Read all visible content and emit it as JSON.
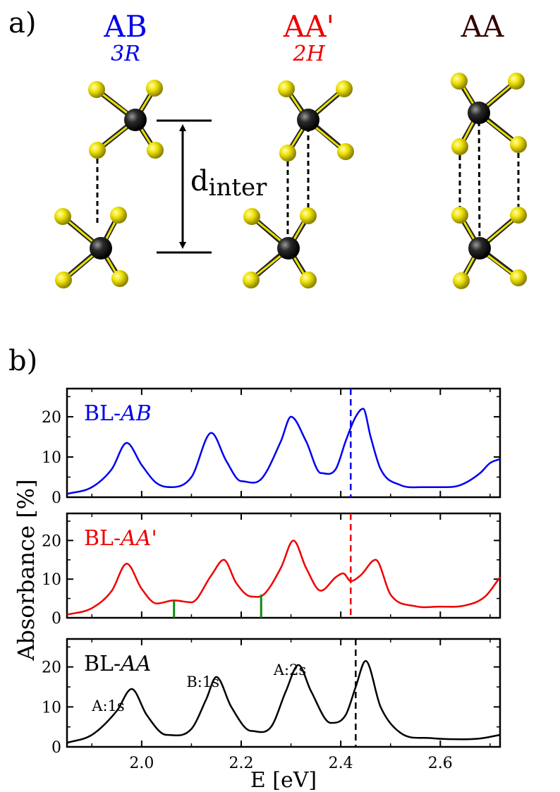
{
  "panel_a": {
    "label": "a)",
    "stackings": [
      {
        "name": "AB",
        "sub": "3R",
        "color": "#0000ee"
      },
      {
        "name": "AA'",
        "sub": "2H",
        "color": "#ee0000"
      },
      {
        "name": "AA",
        "sub": "",
        "color": "#330000"
      }
    ],
    "dinter_label": "d",
    "dinter_sub": "inter",
    "atom_colors": {
      "metal": "#1a1a1a",
      "chalcogen": "#e8e000"
    }
  },
  "panel_b": {
    "label": "b)",
    "ylabel": "Absorbance [%]",
    "xlabel": "E [eV]"
  },
  "chart_data": [
    {
      "type": "line",
      "title": "BL-AB",
      "color": "#0000ee",
      "xlim": [
        1.85,
        2.72
      ],
      "ylim": [
        0,
        27
      ],
      "yticks": [
        0,
        10,
        20
      ],
      "xticks": [
        2.0,
        2.2,
        2.4,
        2.6
      ],
      "xtick_labels": [
        "2.0",
        "2.2",
        "2.4",
        "2.6"
      ],
      "show_xtick_labels": false,
      "vline": 2.42,
      "series": [
        {
          "x": [
            1.85,
            1.9,
            1.94,
            1.97,
            2.0,
            2.03,
            2.06,
            2.1,
            2.14,
            2.17,
            2.2,
            2.24,
            2.28,
            2.3,
            2.33,
            2.36,
            2.39,
            2.41,
            2.43,
            2.445,
            2.46,
            2.48,
            2.52,
            2.56,
            2.6,
            2.64,
            2.68,
            2.7,
            2.72
          ],
          "y": [
            0.8,
            2.5,
            7,
            13.5,
            8,
            3.5,
            2.5,
            5,
            16,
            9,
            4,
            4.5,
            14,
            20,
            14,
            6,
            7,
            14,
            20,
            22,
            15,
            7,
            3,
            2.5,
            2.5,
            3,
            6,
            8.5,
            9.5
          ]
        }
      ]
    },
    {
      "type": "line",
      "title": "BL-AA'",
      "color": "#ee0000",
      "xlim": [
        1.85,
        2.72
      ],
      "ylim": [
        0,
        27
      ],
      "yticks": [
        0,
        10,
        20
      ],
      "xticks": [
        2.0,
        2.2,
        2.4,
        2.6
      ],
      "xtick_labels": [
        "2.0",
        "2.2",
        "2.4",
        "2.6"
      ],
      "show_xtick_labels": false,
      "vline": 2.42,
      "markers": [
        {
          "x": 2.065,
          "y": 4.5,
          "color": "#118811"
        },
        {
          "x": 2.24,
          "y": 6.0,
          "color": "#118811"
        }
      ],
      "series": [
        {
          "x": [
            1.85,
            1.9,
            1.94,
            1.97,
            2.0,
            2.03,
            2.065,
            2.1,
            2.14,
            2.165,
            2.19,
            2.22,
            2.245,
            2.28,
            2.305,
            2.33,
            2.36,
            2.39,
            2.405,
            2.42,
            2.44,
            2.47,
            2.5,
            2.55,
            2.6,
            2.65,
            2.69,
            2.72
          ],
          "y": [
            0.8,
            2.5,
            7,
            14,
            7.5,
            3.7,
            4.5,
            4,
            11,
            15,
            9,
            5.5,
            6,
            13,
            20,
            13,
            7,
            10.5,
            11.5,
            9.5,
            11,
            15,
            6,
            3,
            2.9,
            3.2,
            5.5,
            10.5
          ]
        }
      ]
    },
    {
      "type": "line",
      "title": "BL-AA",
      "color": "#000000",
      "xlim": [
        1.85,
        2.72
      ],
      "ylim": [
        0,
        27
      ],
      "yticks": [
        0,
        10,
        20
      ],
      "xticks": [
        2.0,
        2.2,
        2.4,
        2.6
      ],
      "xtick_labels": [
        "2.0",
        "2.2",
        "2.4",
        "2.6"
      ],
      "show_xtick_labels": true,
      "vline": 2.43,
      "annotations": [
        {
          "text": "A:1s",
          "x": 1.9,
          "y": 9
        },
        {
          "text": "B:1s",
          "x": 2.09,
          "y": 15
        },
        {
          "text": "A:2s",
          "x": 2.265,
          "y": 18
        }
      ],
      "series": [
        {
          "x": [
            1.85,
            1.9,
            1.95,
            1.98,
            2.01,
            2.05,
            2.1,
            2.13,
            2.15,
            2.18,
            2.22,
            2.26,
            2.29,
            2.315,
            2.34,
            2.38,
            2.41,
            2.43,
            2.45,
            2.48,
            2.52,
            2.58,
            2.64,
            2.68,
            2.72
          ],
          "y": [
            1,
            3,
            9,
            14.5,
            8,
            3,
            4.5,
            12,
            17.5,
            10,
            4,
            5,
            14,
            20.5,
            14,
            6,
            8,
            15,
            21.5,
            10,
            3.5,
            2.2,
            1.9,
            2.1,
            3
          ]
        }
      ]
    }
  ]
}
